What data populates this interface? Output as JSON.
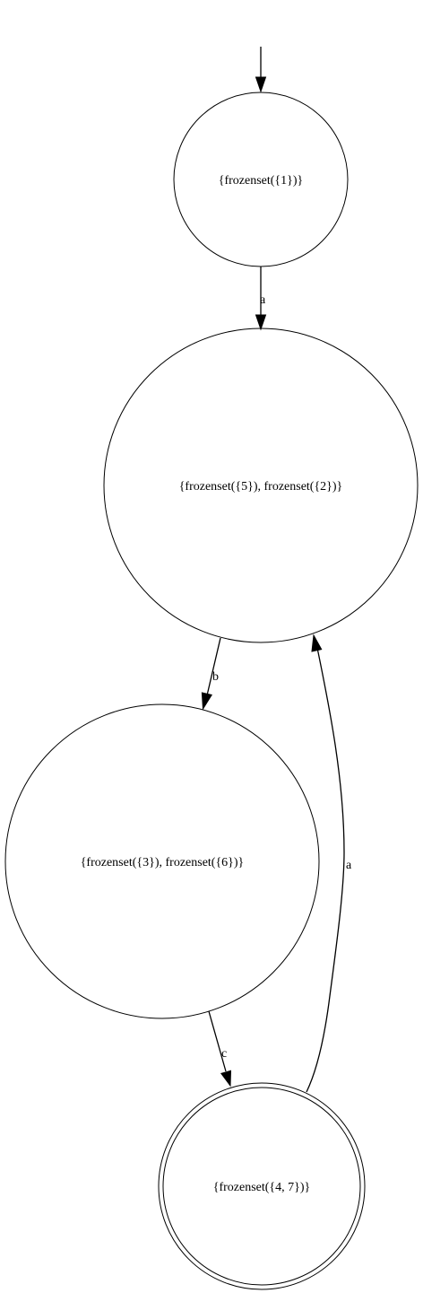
{
  "diagram": {
    "type": "state-machine",
    "nodes": [
      {
        "id": "s1",
        "label": "{frozenset({1})}",
        "accepting": false,
        "initial": true
      },
      {
        "id": "s2",
        "label": "{frozenset({5}), frozenset({2})}",
        "accepting": false,
        "initial": false
      },
      {
        "id": "s3",
        "label": "{frozenset({3}), frozenset({6})}",
        "accepting": false,
        "initial": false
      },
      {
        "id": "s4",
        "label": "{frozenset({4, 7})}",
        "accepting": true,
        "initial": false
      }
    ],
    "edges": [
      {
        "from": "s1",
        "to": "s2",
        "label": "a"
      },
      {
        "from": "s2",
        "to": "s3",
        "label": "b"
      },
      {
        "from": "s3",
        "to": "s4",
        "label": "c"
      },
      {
        "from": "s4",
        "to": "s2",
        "label": "a"
      }
    ]
  }
}
